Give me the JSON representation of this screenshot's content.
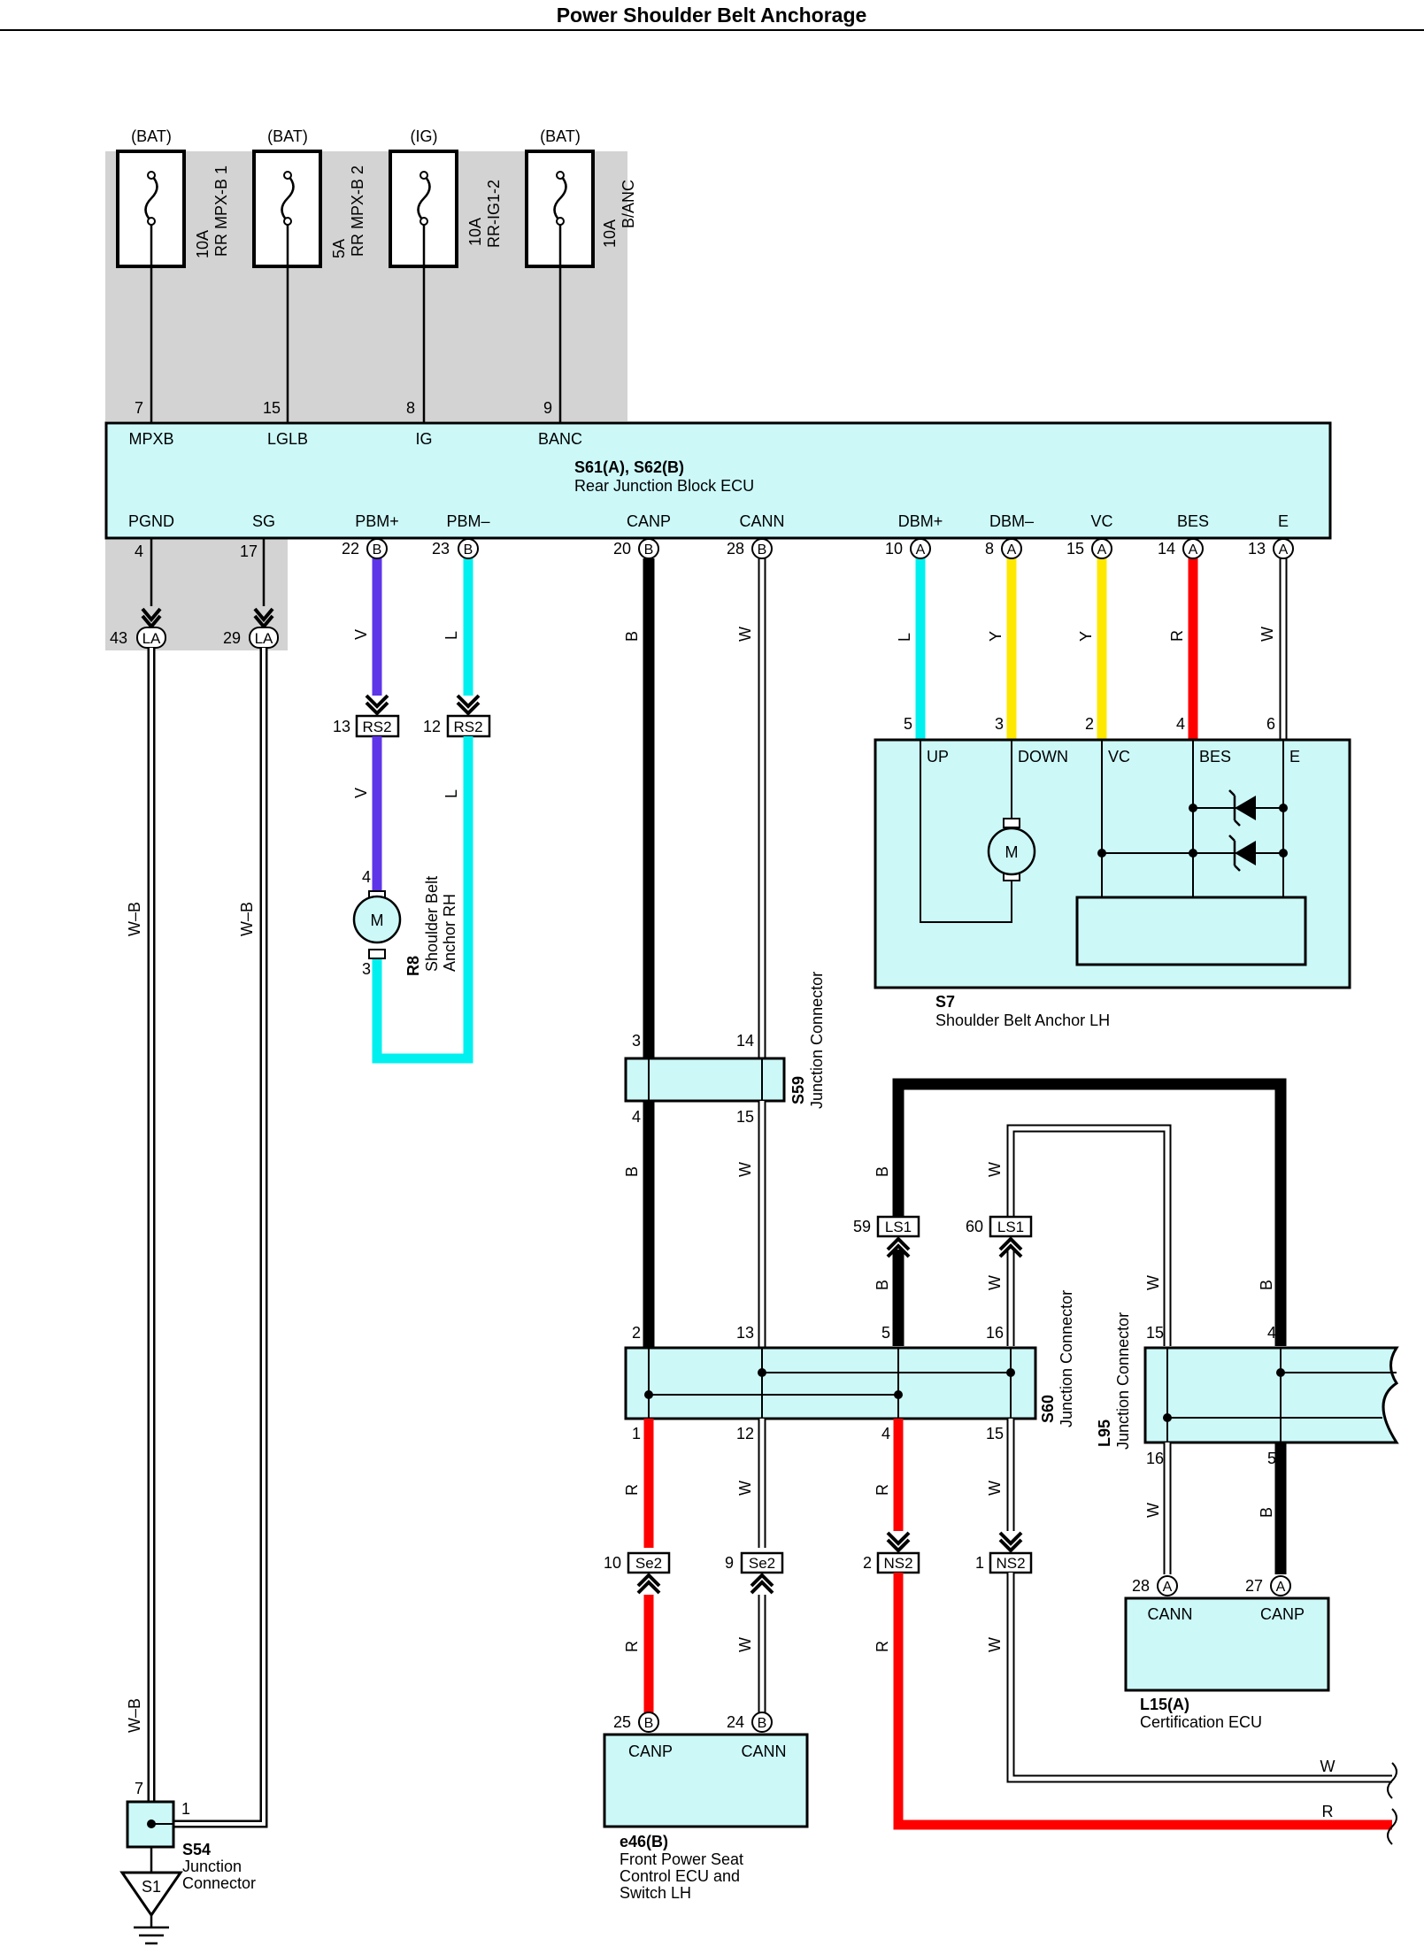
{
  "title": "Power Shoulder Belt Anchorage",
  "colors": {
    "component_fill": "#ccf8f8",
    "shade": "#d3d3d3",
    "wire_B": "#000000",
    "wire_W": "#ffffff",
    "wire_V": "#5e35e8",
    "wire_L": "#00f0f0",
    "wire_Y": "#ffe800",
    "wire_R": "#ff0000"
  },
  "fuses": [
    {
      "source": "(BAT)",
      "amp": "10A",
      "name": "RR MPX-B 1",
      "pin": "7",
      "terminal": "MPXB"
    },
    {
      "source": "(BAT)",
      "amp": "5A",
      "name": "RR MPX-B 2",
      "pin": "15",
      "terminal": "LGLB"
    },
    {
      "source": "(IG)",
      "amp": "10A",
      "name": "RR-IG1-2",
      "pin": "8",
      "terminal": "IG"
    },
    {
      "source": "(BAT)",
      "amp": "10A",
      "name": "B/ANC",
      "pin": "9",
      "terminal": "BANC"
    }
  ],
  "ecu": {
    "id": "S61(A), S62(B)",
    "name": "Rear Junction Block ECU"
  },
  "ecu_bottom": [
    {
      "terminal": "PGND",
      "pin": "4",
      "conn": ""
    },
    {
      "terminal": "SG",
      "pin": "17",
      "conn": ""
    },
    {
      "terminal": "PBM+",
      "pin": "22",
      "conn": "B"
    },
    {
      "terminal": "PBM–",
      "pin": "23",
      "conn": "B"
    },
    {
      "terminal": "CANP",
      "pin": "20",
      "conn": "B"
    },
    {
      "terminal": "CANN",
      "pin": "28",
      "conn": "B"
    },
    {
      "terminal": "DBM+",
      "pin": "10",
      "conn": "A"
    },
    {
      "terminal": "DBM–",
      "pin": "8",
      "conn": "A"
    },
    {
      "terminal": "VC",
      "pin": "15",
      "conn": "A"
    },
    {
      "terminal": "BES",
      "pin": "14",
      "conn": "A"
    },
    {
      "terminal": "E",
      "pin": "13",
      "conn": "A"
    }
  ],
  "la": {
    "label": "LA",
    "pins": [
      "43",
      "29"
    ]
  },
  "ground_wires": [
    "W–B",
    "W–B",
    "W–B"
  ],
  "rs2": {
    "label": "RS2",
    "pins": [
      "13",
      "12"
    ]
  },
  "r8": {
    "id": "R8",
    "name1": "Shoulder Belt",
    "name2": "Anchor RH",
    "motor": "M",
    "pin_top": "4",
    "pin_bottom": "3"
  },
  "wire_codes": {
    "v": "V",
    "l": "L",
    "b": "B",
    "w": "W",
    "y": "Y",
    "r": "R"
  },
  "s7": {
    "id": "S7",
    "name": "Shoulder Belt Anchor LH",
    "motor": "M",
    "pins": [
      "5",
      "3",
      "2",
      "4",
      "6"
    ],
    "terminals": [
      "UP",
      "DOWN",
      "VC",
      "BES",
      "E"
    ]
  },
  "s59": {
    "id": "S59",
    "name": "Junction Connector",
    "pins": [
      "3",
      "14",
      "4",
      "15"
    ]
  },
  "ls1": {
    "label": "LS1",
    "pins": [
      "59",
      "60"
    ]
  },
  "s60": {
    "id": "S60",
    "name": "Junction Connector",
    "pins_top": [
      "2",
      "13",
      "5",
      "16"
    ],
    "pins_bottom": [
      "1",
      "12",
      "4",
      "15"
    ]
  },
  "l95": {
    "id": "L95",
    "name": "Junction Connector",
    "pins": [
      "15",
      "4",
      "16",
      "5"
    ]
  },
  "se2": {
    "label": "Se2",
    "pins": [
      "10",
      "9"
    ]
  },
  "ns2": {
    "label": "NS2",
    "pins": [
      "2",
      "1"
    ]
  },
  "e46": {
    "id": "e46(B)",
    "line1": "Front Power Seat",
    "line2": "Control ECU and",
    "line3": "Switch LH",
    "pins": [
      "25",
      "24"
    ],
    "conn": "B",
    "terminals": [
      "CANP",
      "CANN"
    ]
  },
  "l15": {
    "id": "L15(A)",
    "name": "Certification ECU",
    "pins": [
      "28",
      "27"
    ],
    "conn": "A",
    "terminals": [
      "CANN",
      "CANP"
    ]
  },
  "s54": {
    "id": "S54",
    "name1": "Junction",
    "name2": "Connector",
    "pins": [
      "7",
      "1"
    ]
  },
  "ground": {
    "label": "S1"
  },
  "right_edge_wires": [
    "W",
    "R"
  ]
}
